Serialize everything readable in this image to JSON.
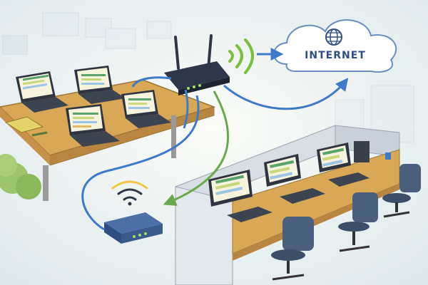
{
  "cloud": {
    "label": "INTERNET",
    "icon": "globe-icon"
  },
  "colors": {
    "wired": "#3f79c9",
    "wireless": "#6aa84f",
    "wifi_signal": "#7bbf3b",
    "wifi_ap_signal": "#f4c542",
    "router_body": "#2e3748",
    "ap_body": "#3a5a8c",
    "desk": "#d9a856",
    "chair": "#4a5f7c",
    "background": "#eef3f3",
    "cloud_outline": "#6a8fbf"
  },
  "devices": {
    "router": {
      "icon": "wireless-router-icon",
      "antennas": 2
    },
    "access_point": {
      "icon": "access-point-icon"
    },
    "left_laptops": 4,
    "right_workstations": 3,
    "office_chairs": 3
  },
  "links": [
    {
      "from": "router",
      "to": "internet",
      "type": "wired"
    },
    {
      "from": "router",
      "to": "laptops",
      "type": "wired"
    },
    {
      "from": "router",
      "to": "access_point",
      "type": "wired"
    },
    {
      "from": "router",
      "to": "access_point",
      "type": "wireless"
    }
  ]
}
